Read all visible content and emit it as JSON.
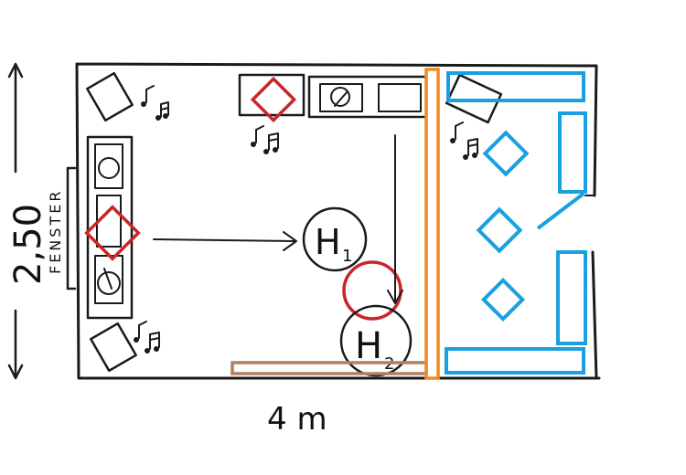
{
  "labels": {
    "height_dimension": "2,50",
    "window_label": "FENSTER",
    "width_dimension": "4 m",
    "listener_1": "H",
    "listener_1_sub": "1",
    "listener_2": "H",
    "listener_2_sub": "2"
  },
  "colors": {
    "ink": "#1a1a1a",
    "speaker_marker": "#c8262b",
    "divider": "#f08a24",
    "bench": "#b0805f",
    "acoustic_elements": "#1aa0e0"
  },
  "icons": {
    "music_note": "music-note-icon",
    "speaker_box": "speaker-box-icon",
    "turntable": "turntable-icon"
  }
}
